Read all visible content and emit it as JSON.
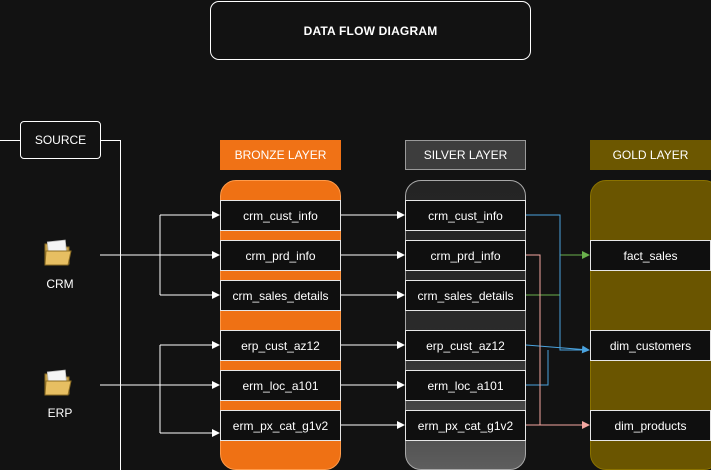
{
  "title": "DATA FLOW DIAGRAM",
  "source": {
    "label": "SOURCE",
    "systems": [
      {
        "label": "CRM",
        "icon": "folder-icon"
      },
      {
        "label": "ERP",
        "icon": "folder-icon"
      }
    ]
  },
  "layers": {
    "bronze": {
      "label": "BRONZE LAYER",
      "color": "#f07216",
      "tables": [
        "crm_cust_info",
        "crm_prd_info",
        "crm_sales_details",
        "erp_cust_az12",
        "erm_loc_a101",
        "erm_px_cat_g1v2"
      ]
    },
    "silver": {
      "label": "SILVER LAYER",
      "color": "#3d3d3d",
      "tables": [
        "crm_cust_info",
        "crm_prd_info",
        "crm_sales_details",
        "erp_cust_az12",
        "erm_loc_a101",
        "erm_px_cat_g1v2"
      ]
    },
    "gold": {
      "label": "GOLD LAYER",
      "color": "#6c5700",
      "tables": [
        "fact_sales",
        "dim_customers",
        "dim_products"
      ]
    }
  },
  "connector_colors": {
    "default": "#ffffff",
    "to_fact_sales": "#6ab04c",
    "to_dim_customers": "#4aa3df",
    "to_dim_products": "#f4a7a0"
  }
}
